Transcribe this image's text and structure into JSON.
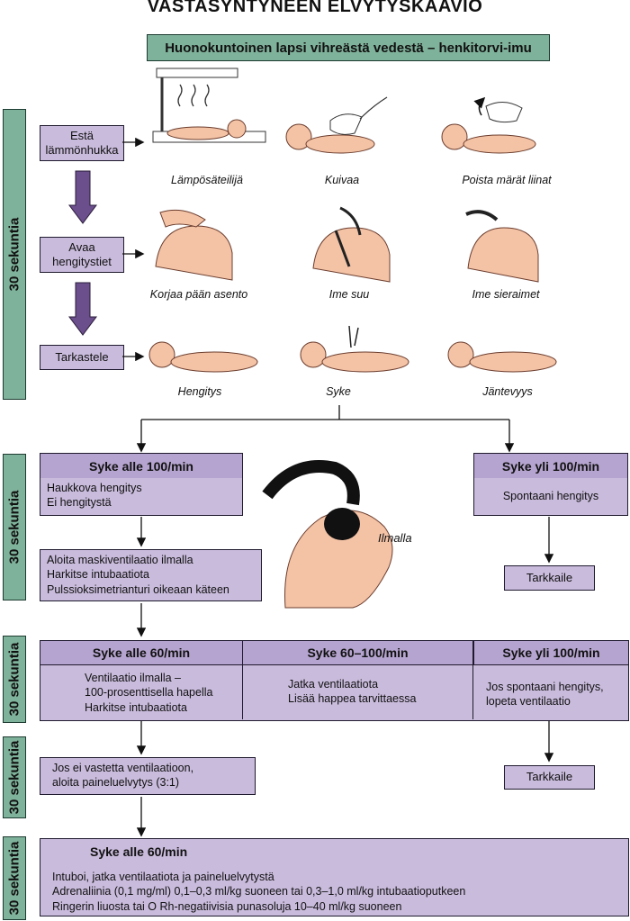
{
  "title": "VASTASYNTYNEEN ELVYTYSKAAVIO",
  "banner": "Huonokuntoinen lapsi vihreästä vedestä – henkitorvi-imu",
  "side_labels": [
    "30 sekuntia",
    "30 sekuntia",
    "30 sekuntia",
    "30 sekuntia",
    "30 sekuntia"
  ],
  "steps": {
    "warm": "Estä lämmönhukka",
    "airway": "Avaa hengitystiet",
    "check": "Tarkastele"
  },
  "captions": {
    "row1": [
      "Lämpösäteilijä",
      "Kuivaa",
      "Poista märät liinat"
    ],
    "row2": [
      "Korjaa pään asento",
      "Ime suu",
      "Ime sieraimet"
    ],
    "row3": [
      "Hengitys",
      "Syke",
      "Jäntevyys"
    ]
  },
  "block2": {
    "left_header": "Syke alle 100/min",
    "left_lines": [
      "Haukkova hengitys",
      "Ei hengitystä"
    ],
    "right_header": "Syke yli 100/min",
    "right_lines": [
      "Spontaani hengitys"
    ],
    "action_lines": [
      "Aloita maskiventilaatio ilmalla",
      "Harkitse intubaatiota",
      "Pulssioksimetrianturi oikeaan käteen"
    ],
    "mask_label": "Ilmalla",
    "observe": "Tarkkaile"
  },
  "block3": {
    "col1_header": "Syke alle 60/min",
    "col1_lines": [
      "Ventilaatio ilmalla –",
      "100-prosenttisella hapella",
      "Harkitse intubaatiota"
    ],
    "col2_header": "Syke 60–100/min",
    "col2_lines": [
      "Jatka ventilaatiota",
      "Lisää happea tarvittaessa"
    ],
    "col3_header": "Syke yli 100/min",
    "col3_lines": [
      "Jos spontaani hengitys,",
      "lopeta ventilaatio"
    ]
  },
  "block4": {
    "lines": [
      "Jos ei vastetta ventilaatioon,",
      "aloita paineluelvytys (3:1)"
    ],
    "observe": "Tarkkaile"
  },
  "block5": {
    "header": "Syke alle 60/min",
    "lines": [
      "Intuboi, jatka ventilaatiota ja paineluelvytystä",
      "Adrenaliinia (0,1 mg/ml) 0,1–0,3 ml/kg suoneen tai 0,3–1,0 ml/kg intubaatioputkeen",
      "Ringerin liuosta tai O Rh-negatiivisia punasoluja 10–40 ml/kg suoneen"
    ]
  },
  "colors": {
    "green": "#7fb29b",
    "purple": "#c9bbdc",
    "purple_header": "#b5a4cf",
    "skin": "#f4c3a6"
  }
}
